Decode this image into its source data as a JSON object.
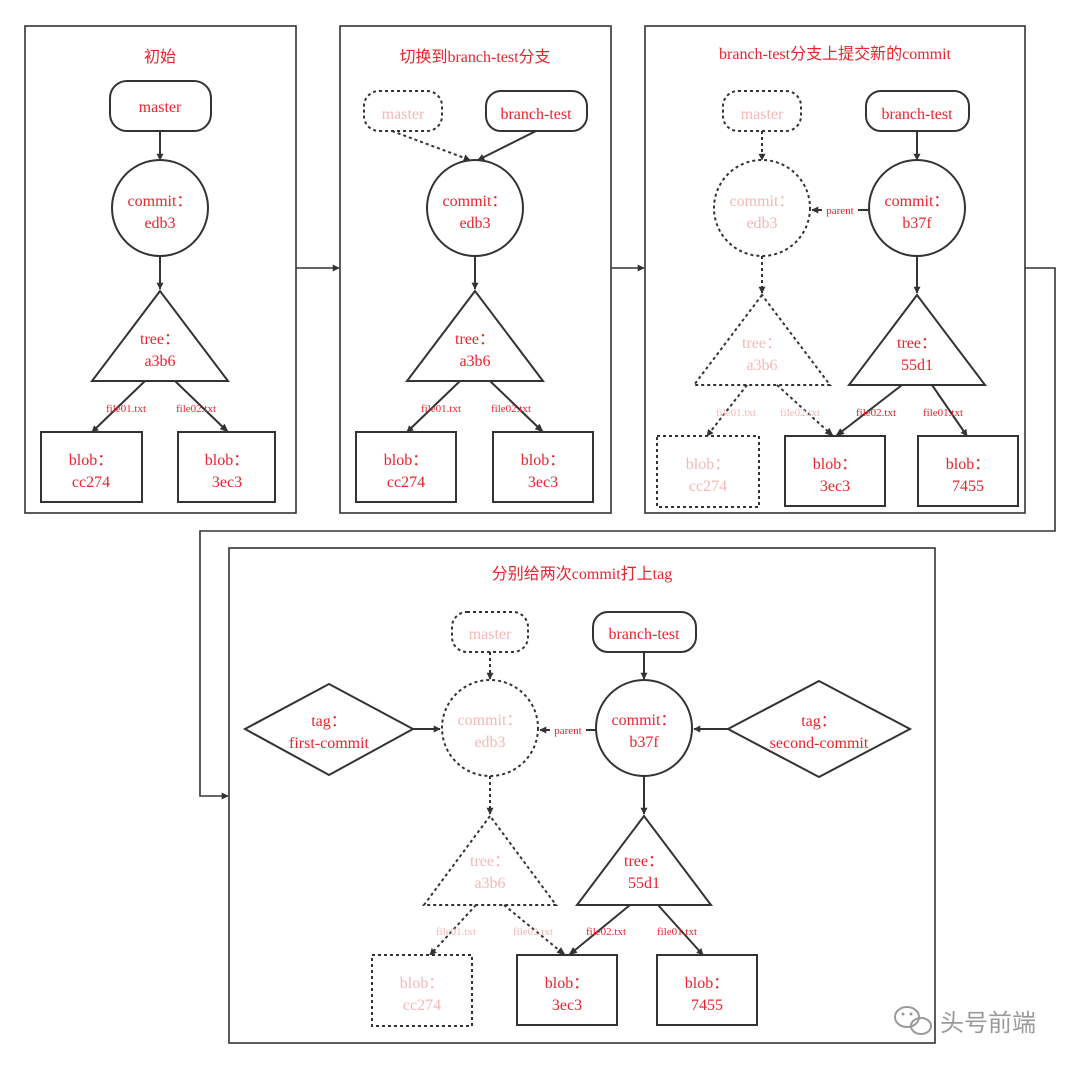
{
  "panels": [
    {
      "title": "初始",
      "refs": {
        "master": "master"
      },
      "commits": {
        "edb3": [
          "commit：",
          "edb3"
        ]
      },
      "trees": {
        "a3b6": [
          "tree：",
          "a3b6"
        ]
      },
      "blobs": {
        "cc274": [
          "blob：",
          "cc274"
        ],
        "3ec3": [
          "blob：",
          "3ec3"
        ]
      },
      "edges": {
        "file01": "file01.txt",
        "file02": "file02.txt"
      }
    },
    {
      "title": "切换到branch-test分支",
      "refs": {
        "master": "master",
        "branch": "branch-test"
      },
      "commits": {
        "edb3": [
          "commit：",
          "edb3"
        ]
      },
      "trees": {
        "a3b6": [
          "tree：",
          "a3b6"
        ]
      },
      "blobs": {
        "cc274": [
          "blob：",
          "cc274"
        ],
        "3ec3": [
          "blob：",
          "3ec3"
        ]
      },
      "edges": {
        "file01": "file01.txt",
        "file02": "file02.txt"
      }
    },
    {
      "title": "branch-test分支上提交新的commit",
      "refs": {
        "master": "master",
        "branch": "branch-test"
      },
      "commits": {
        "edb3": [
          "commit：",
          "edb3"
        ],
        "b37f": [
          "commit：",
          "b37f"
        ]
      },
      "trees": {
        "a3b6": [
          "tree：",
          "a3b6"
        ],
        "55d1": [
          "tree：",
          "55d1"
        ]
      },
      "blobs": {
        "cc274": [
          "blob：",
          "cc274"
        ],
        "3ec3": [
          "blob：",
          "3ec3"
        ],
        "7455": [
          "blob：",
          "7455"
        ]
      },
      "edges": {
        "parent": "parent",
        "old_file01": "file01.txt",
        "old_file02": "file02.txt",
        "new_file02": "file02.txt",
        "new_file01": "file01.txt"
      }
    },
    {
      "title": "分别给两次commit打上tag",
      "refs": {
        "master": "master",
        "branch": "branch-test"
      },
      "tags": {
        "first": [
          "tag：",
          "first-commit"
        ],
        "second": [
          "tag：",
          "second-commit"
        ]
      },
      "commits": {
        "edb3": [
          "commit：",
          "edb3"
        ],
        "b37f": [
          "commit：",
          "b37f"
        ]
      },
      "trees": {
        "a3b6": [
          "tree：",
          "a3b6"
        ],
        "55d1": [
          "tree：",
          "55d1"
        ]
      },
      "blobs": {
        "cc274": [
          "blob：",
          "cc274"
        ],
        "3ec3": [
          "blob：",
          "3ec3"
        ],
        "7455": [
          "blob：",
          "7455"
        ]
      },
      "edges": {
        "parent": "parent",
        "old_file01": "file01.txt",
        "old_file02": "file02.txt",
        "new_file02": "file02.txt",
        "new_file01": "file01.txt"
      }
    }
  ],
  "watermark": {
    "text": "头号前端",
    "icon": "wechat-icon"
  },
  "colors": {
    "label": "#e8242c",
    "label_faded": "#f4b8b8",
    "stroke": "#333333",
    "brand": "#9a9a9a"
  }
}
